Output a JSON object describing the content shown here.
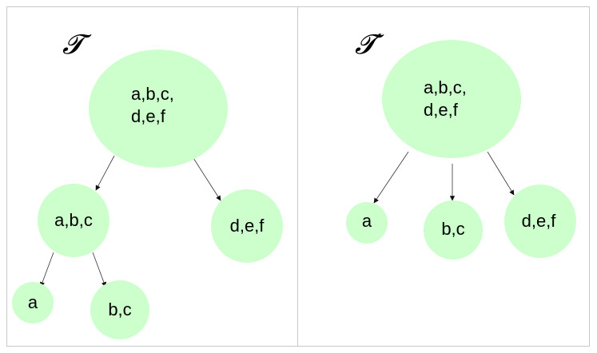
{
  "colors": {
    "node_fill": "#ccffcc",
    "edge": "#333333",
    "frame": "#c8c8c8"
  },
  "left_tree": {
    "title": "𝓣",
    "root": {
      "line1": "a,b,c,",
      "line2": "d,e,f"
    },
    "mid_left": {
      "label": "a,b,c"
    },
    "mid_right": {
      "label": "d,e,f"
    },
    "leaf_a": {
      "label": "a"
    },
    "leaf_bc": {
      "label": "b,c"
    }
  },
  "right_tree": {
    "title": "𝓣′",
    "root": {
      "line1": "a,b,c,",
      "line2": "d,e,f"
    },
    "child_a": {
      "label": "a"
    },
    "child_bc": {
      "label": "b,c"
    },
    "child_def": {
      "label": "d,e,f"
    }
  }
}
